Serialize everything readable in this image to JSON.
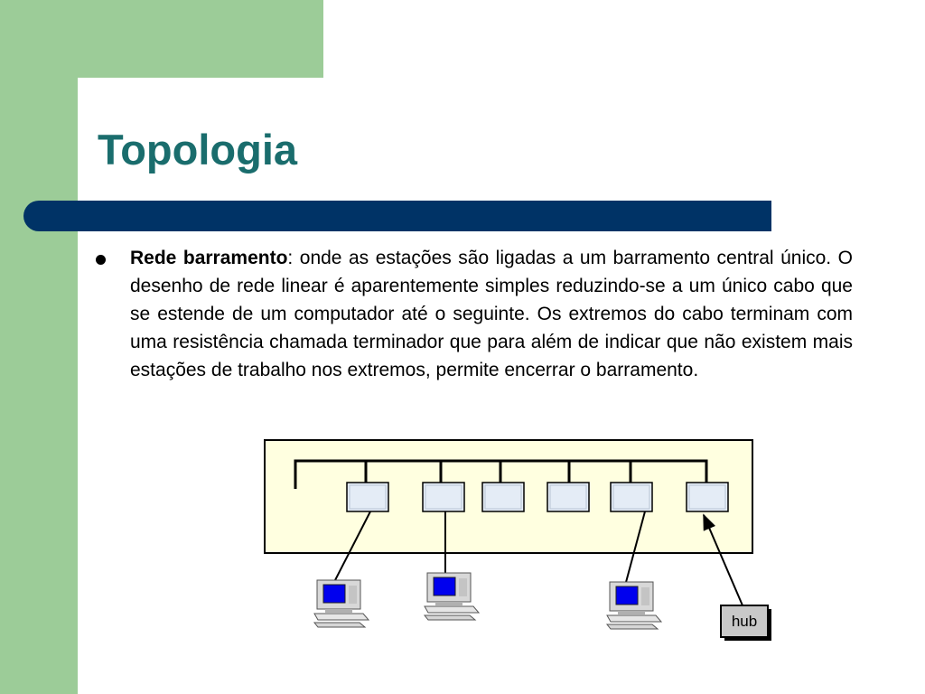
{
  "slide": {
    "title": "Topologia",
    "bullet": {
      "term": "Rede barramento",
      "text": ": onde as estações são ligadas a um barramento central único. O desenho de rede linear é aparentemente simples reduzindo-se a um único cabo que se estende de um computador até o seguinte. Os extremos do cabo terminam com uma resistência chamada terminador que para além de indicar  que não existem mais estações de trabalho nos extremos, permite encerrar o barramento."
    }
  },
  "diagram": {
    "hub_label": "hub",
    "colors": {
      "panel_fill": "#ffffe0",
      "slot_fill": "#e4ecf6",
      "screen_blue": "#0000ee",
      "computer_body": "#e6e6e6",
      "hub_fill": "#c8c8c8"
    },
    "icons": [
      "computer-icon",
      "computer-icon",
      "computer-icon",
      "hub-icon"
    ]
  }
}
